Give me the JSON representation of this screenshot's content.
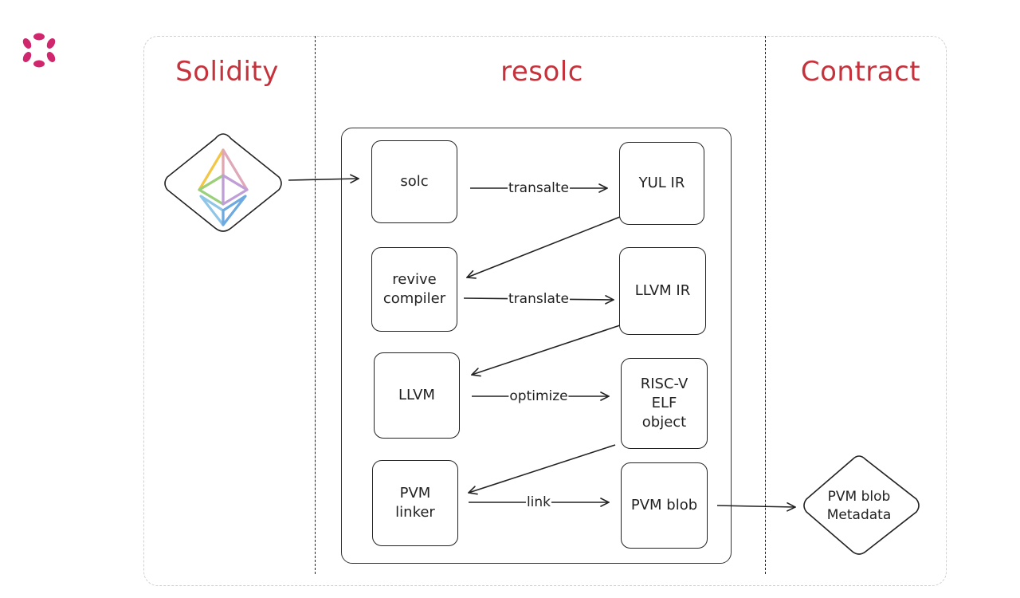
{
  "colors": {
    "lane_title": "#c6323b",
    "logo": "#d0266e",
    "stroke": "#222222"
  },
  "icons": {
    "logo": "polkadot-logo-icon",
    "source": "ethereum-logo-icon"
  },
  "lanes": {
    "solidity": "Solidity",
    "resolc": "resolc",
    "contract": "Contract"
  },
  "nodes": {
    "solc": "solc",
    "yul_ir": "YUL IR",
    "revive_compiler": "revive\ncompiler",
    "llvm_ir": "LLVM IR",
    "llvm": "LLVM",
    "riscv_elf": "RISC-V\nELF\nobject",
    "pvm_linker": "PVM\nlinker",
    "pvm_blob": "PVM blob",
    "output": "PVM blob\nMetadata"
  },
  "edges": {
    "translate_1": "transalte",
    "translate_2": "translate",
    "optimize": "optimize",
    "link": "link"
  }
}
